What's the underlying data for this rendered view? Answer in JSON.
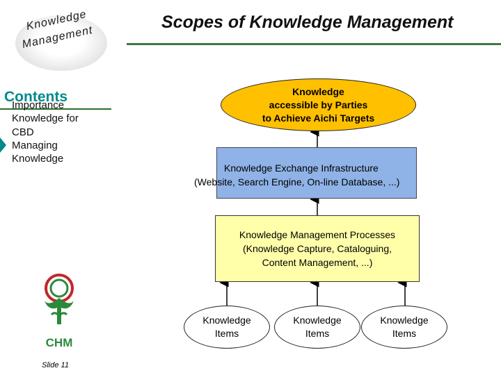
{
  "sidebar": {
    "brand": {
      "line1": "Knowledge",
      "line2": "Management"
    },
    "contents_title": "Contents",
    "nav_items": [
      "Importance",
      "Knowledge for",
      "CBD",
      "Managing",
      "Knowledge"
    ],
    "logo_text": "CHM",
    "slide_number": "Slide 11"
  },
  "title": "Scopes of Knowledge Management",
  "diagram": {
    "goal": "Knowledge\naccessible by Parties\nto Achieve Aichi Targets",
    "infrastructure": {
      "line1": "Knowledge Exchange Infrastructure",
      "line2": "(Website, Search Engine, On-line Database, ...)"
    },
    "processes": "Knowledge Management Processes\n(Knowledge Capture, Cataloguing,\nContent Management, ...)",
    "items": [
      "Knowledge\nItems",
      "Knowledge\nItems",
      "Knowledge\nItems"
    ]
  },
  "colors": {
    "goal_fill": "#ffc000",
    "infrastructure_fill": "#8fb3e6",
    "processes_fill": "#ffffaa",
    "accent": "#008a8a",
    "rule": "#3c7a3c"
  }
}
